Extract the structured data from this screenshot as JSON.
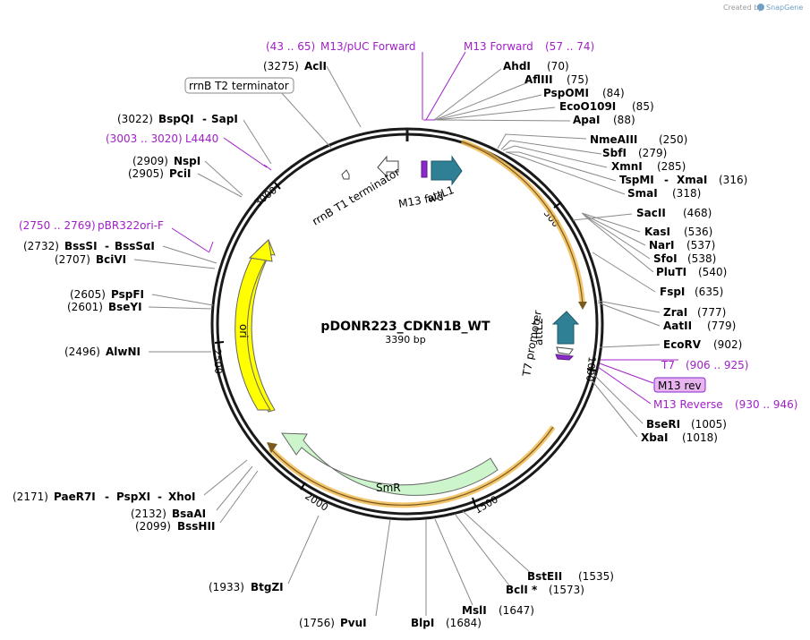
{
  "header": {
    "credit_text": "Created by",
    "brand": "SnapGene"
  },
  "plasmid": {
    "name": "pDONR223_CDKN1B_WT",
    "length_label": "3390 bp"
  },
  "ticks": [
    "500",
    "1000",
    "1500",
    "2000",
    "2500",
    "3000"
  ],
  "enzymes": [
    {
      "name": "AclI",
      "pos": "(3275)"
    },
    {
      "name": "AhdI",
      "pos": "(70)"
    },
    {
      "name": "AflIII",
      "pos": "(75)"
    },
    {
      "name": "PspOMI",
      "pos": "(84)"
    },
    {
      "name": "EcoO109I",
      "pos": "(85)"
    },
    {
      "name": "ApaI",
      "pos": "(88)"
    },
    {
      "name": "NmeAIII",
      "pos": "(250)"
    },
    {
      "name": "SbfI",
      "pos": "(279)"
    },
    {
      "name": "XmnI",
      "pos": "(285)"
    },
    {
      "name": "TspMI",
      "pos": "(316)",
      "alt": "XmaI"
    },
    {
      "name": "SmaI",
      "pos": "(318)"
    },
    {
      "name": "SacII",
      "pos": "(468)"
    },
    {
      "name": "KasI",
      "pos": "(536)"
    },
    {
      "name": "NarI",
      "pos": "(537)"
    },
    {
      "name": "SfoI",
      "pos": "(538)"
    },
    {
      "name": "PluTI",
      "pos": "(540)"
    },
    {
      "name": "FspI",
      "pos": "(635)"
    },
    {
      "name": "ZraI",
      "pos": "(777)"
    },
    {
      "name": "AatII",
      "pos": "(779)"
    },
    {
      "name": "EcoRV",
      "pos": "(902)"
    },
    {
      "name": "BseRI",
      "pos": "(1005)"
    },
    {
      "name": "XbaI",
      "pos": "(1018)"
    },
    {
      "name": "BstEII",
      "pos": "(1535)"
    },
    {
      "name": "BclI *",
      "pos": "(1573)"
    },
    {
      "name": "MslI",
      "pos": "(1647)"
    },
    {
      "name": "BlpI",
      "pos": "(1684)"
    },
    {
      "name": "PvuI",
      "pos": "(1756)"
    },
    {
      "name": "BtgZI",
      "pos": "(1933)"
    },
    {
      "name": "BssHII",
      "pos": "(2099)"
    },
    {
      "name": "BsaAI",
      "pos": "(2132)"
    },
    {
      "name": "PaeR7I",
      "pos": "(2171)",
      "alt": "PspXI",
      "alt2": "XhoI"
    },
    {
      "name": "AlwNI",
      "pos": "(2496)"
    },
    {
      "name": "BseYI",
      "pos": "(2601)"
    },
    {
      "name": "PspFI",
      "pos": "(2605)"
    },
    {
      "name": "BciVI",
      "pos": "(2707)"
    },
    {
      "name": "BssSI",
      "pos": "(2732)",
      "alt": "BssSαI"
    },
    {
      "name": "PciI",
      "pos": "(2905)"
    },
    {
      "name": "NspI",
      "pos": "(2909)"
    },
    {
      "name": "BspQI",
      "pos": "(3022)",
      "alt": "SapI"
    }
  ],
  "primers": [
    {
      "name": "M13/pUC Forward",
      "range": "(43 .. 65)"
    },
    {
      "name": "M13 Forward",
      "range": "(57 .. 74)"
    },
    {
      "name": "L4440",
      "range": "(3003 .. 3020)"
    },
    {
      "name": "pBR322ori-F",
      "range": "(2750 .. 2769)"
    },
    {
      "name": "T7",
      "range": "(906 .. 925)"
    },
    {
      "name": "M13 rev",
      "range": ""
    },
    {
      "name": "M13 Reverse",
      "range": "(930 .. 946)"
    }
  ],
  "features": {
    "rrnB_T2": "rrnB T2 terminator",
    "rrnB_T1": "rrnB T1 terminator",
    "attL1": "attL1",
    "m13fwd": "M13 fwd",
    "attL2": "attL2",
    "t7promoter": "T7 promoter",
    "ori": "ori",
    "smr": "SmR"
  },
  "colors": {
    "backbone": "#1a1a1a",
    "primer": "#a020c8",
    "attL": "#2f7f95",
    "ori": "#ffff00",
    "smr": "#ccf5cc",
    "orf_highlight": "#f0b84a"
  }
}
